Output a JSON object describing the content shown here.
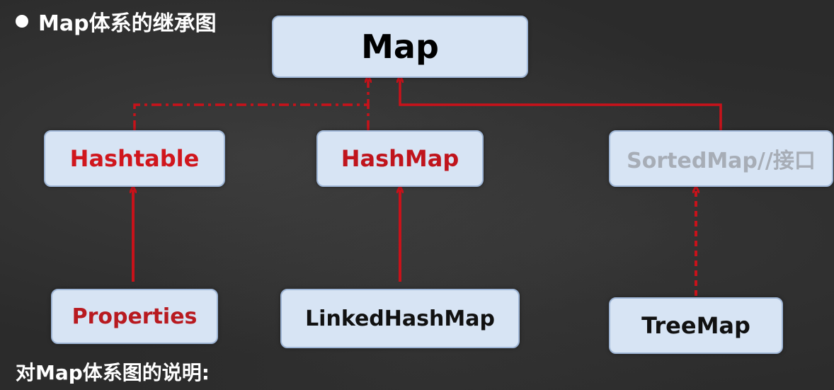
{
  "title": "Map体系的继承图",
  "footer": "对Map体系图的说明:",
  "nodes": {
    "map": "Map",
    "hashtable": "Hashtable",
    "hashmap": "HashMap",
    "sortedmap": "SortedMap//接口",
    "properties": "Properties",
    "linkedhashmap": "LinkedHashMap",
    "treemap": "TreeMap"
  },
  "colors": {
    "background": "#2b2b2b",
    "node_fill": "#d7e4f4",
    "edge_red": "#c8121a",
    "class_red": "#d0161d",
    "interface_gray": "#a7adb6"
  }
}
